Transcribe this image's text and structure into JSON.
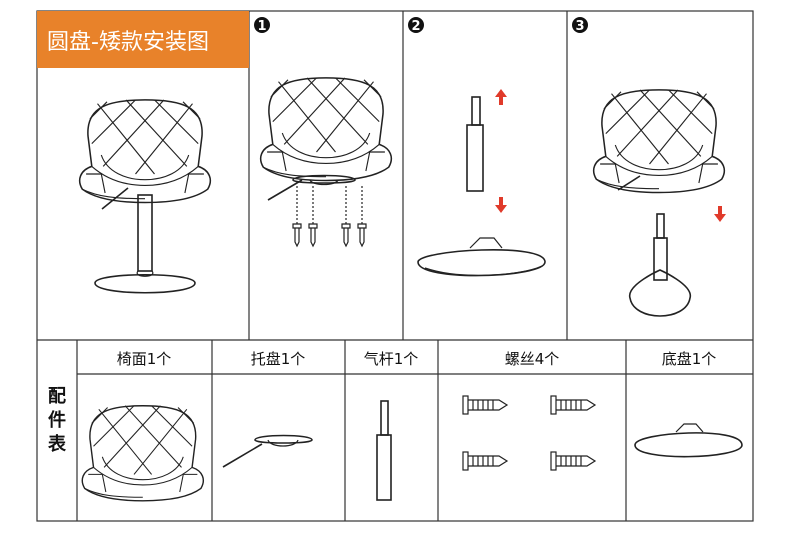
{
  "title": "圆盘-矮款安装图",
  "colors": {
    "title_bg": "#E8822A",
    "title_text": "#FFFFFF",
    "arrow": "#E03A2A",
    "line": "#222222"
  },
  "steps": [
    {
      "number": "1",
      "icon": "step-1-badge"
    },
    {
      "number": "2",
      "icon": "step-2-badge"
    },
    {
      "number": "3",
      "icon": "step-3-badge"
    }
  ],
  "parts_table": {
    "side_label_chars": [
      "配",
      "件",
      "表"
    ],
    "columns": [
      {
        "label": "椅面1个",
        "icon": "seat-icon"
      },
      {
        "label": "托盘1个",
        "icon": "tray-icon"
      },
      {
        "label": "气杆1个",
        "icon": "gas-lift-icon"
      },
      {
        "label": "螺丝4个",
        "icon": "screw-icon"
      },
      {
        "label": "底盘1个",
        "icon": "base-disc-icon"
      }
    ]
  }
}
